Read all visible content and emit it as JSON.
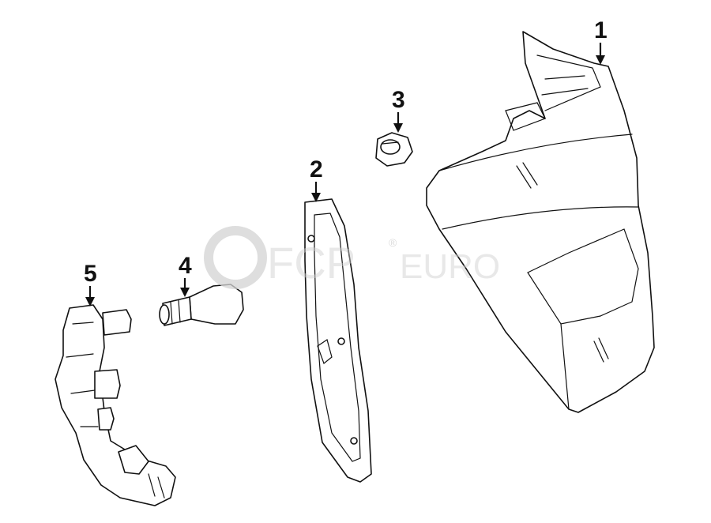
{
  "diagram": {
    "callouts": [
      {
        "id": "1",
        "label": "1"
      },
      {
        "id": "2",
        "label": "2"
      },
      {
        "id": "3",
        "label": "3"
      },
      {
        "id": "4",
        "label": "4"
      },
      {
        "id": "5",
        "label": "5"
      }
    ],
    "watermark": {
      "brand": "FCP",
      "suffix": "EURO",
      "mark": "®"
    }
  }
}
